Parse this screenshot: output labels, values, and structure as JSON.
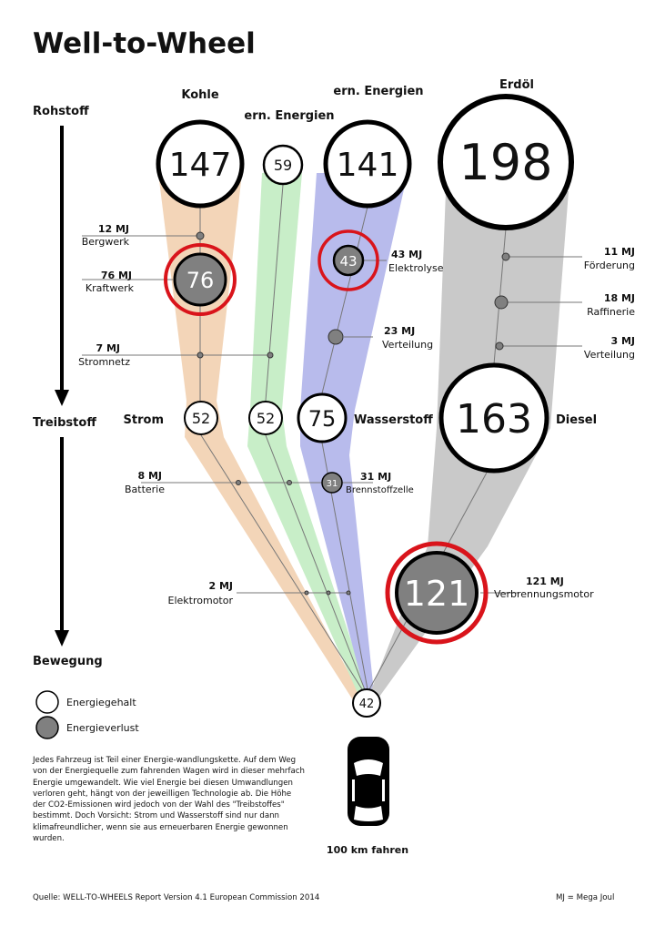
{
  "title": "Well-to-Wheel",
  "stages": {
    "raw": "Rohstoff",
    "fuel": "Treibstoff",
    "motion": "Bewegung"
  },
  "sources": [
    {
      "label": "Kohle",
      "energy": "147",
      "color": "#f3d5b8"
    },
    {
      "label": "ern. Energien",
      "energy": "59",
      "color": "#c8eec8"
    },
    {
      "label": "ern. Energien",
      "energy": "141",
      "color": "#b8bbec"
    },
    {
      "label": "Erdöl",
      "energy": "198",
      "color": "#c9c9c9"
    }
  ],
  "losses": {
    "bergwerk": {
      "mj": "12 MJ",
      "label": "Bergwerk"
    },
    "kraftwerk": {
      "mj": "76 MJ",
      "label": "Kraftwerk",
      "value": "76"
    },
    "stromnetz": {
      "mj": "7 MJ",
      "label": "Stromnetz"
    },
    "elektrolyse": {
      "mj": "43 MJ",
      "label": "Elektrolyse",
      "value": "43"
    },
    "verteilung_h2": {
      "mj": "23 MJ",
      "label": "Verteilung"
    },
    "foerderung": {
      "mj": "11 MJ",
      "label": "Förderung"
    },
    "raffinerie": {
      "mj": "18 MJ",
      "label": "Raffinerie"
    },
    "verteilung_oel": {
      "mj": "3 MJ",
      "label": "Verteilung"
    },
    "batterie": {
      "mj": "8 MJ",
      "label": "Batterie"
    },
    "brennstoffzelle": {
      "mj": "31 MJ",
      "label": "Brennstoffzelle",
      "value": "31"
    },
    "elektromotor": {
      "mj": "2 MJ",
      "label": "Elektromotor"
    },
    "verbrennungsmotor": {
      "mj": "121 MJ",
      "label": "Verbrennungsmotor",
      "value": "121"
    }
  },
  "fuels": [
    {
      "label": "Strom",
      "energy": "52"
    },
    {
      "energy": "52"
    },
    {
      "label": "Wasserstoff",
      "energy": "75"
    },
    {
      "label": "Diesel",
      "energy": "163"
    }
  ],
  "final": {
    "energy": "42",
    "label": "100 km fahren"
  },
  "legend": {
    "content": "Energiegehalt",
    "loss": "Energieverlust"
  },
  "description": "Jedes Fahrzeug ist Teil einer Energie-wandlungskette. Auf dem Weg von der Energiequelle zum fahrenden Wagen wird in dieser mehrfach Energie umgewandelt. Wie viel Energie bei diesen Umwandlungen verloren geht, hängt von der jeweilligen Technologie ab. Die Höhe der CO2-Emissionen wird jedoch von der Wahl des \"Treibstoffes\" bestimmt. Doch Vorsicht: Strom und Wasserstoff sind nur dann klimafreundlicher, wenn sie aus erneuerbaren Energie gewonnen wurden.",
  "source": "Quelle: WELL-TO-WHEELS Report Version 4.1 European Commission 2014",
  "unit_note": "MJ = Mega Joul",
  "colors": {
    "loss_ring": "#d9141b",
    "loss_fill": "#808080"
  }
}
